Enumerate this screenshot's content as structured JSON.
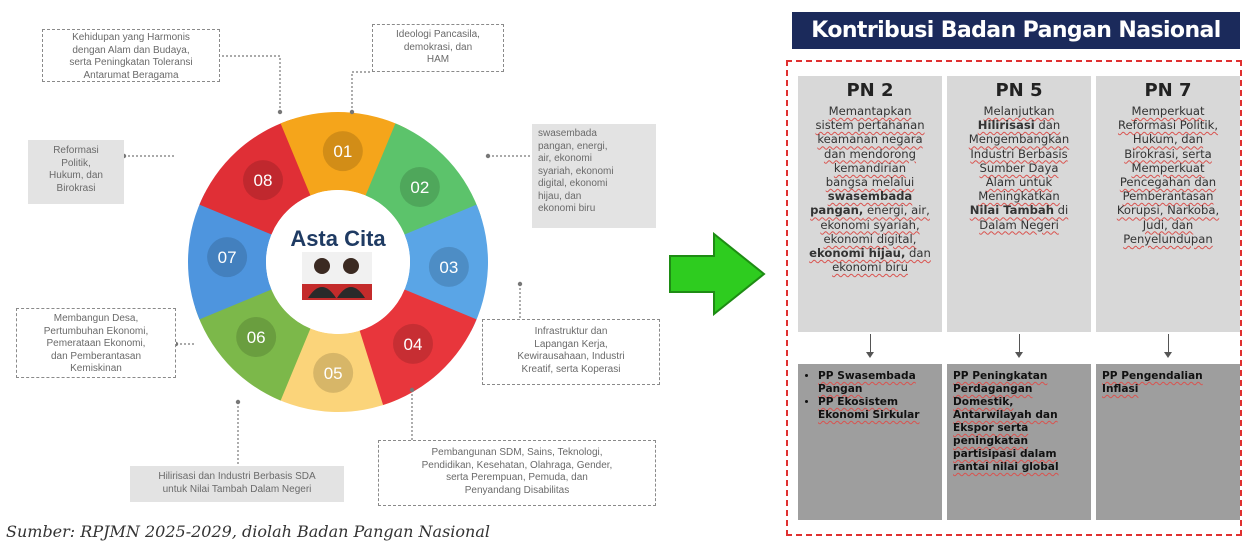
{
  "left_diagram": {
    "center_title": "Asta Cita",
    "segments": [
      {
        "label": "01",
        "color": "#f5a51b"
      },
      {
        "label": "02",
        "color": "#5cc36b"
      },
      {
        "label": "03",
        "color": "#5aa5e6"
      },
      {
        "label": "04",
        "color": "#e8363c"
      },
      {
        "label": "05",
        "color": "#fbd47a"
      },
      {
        "label": "06",
        "color": "#7cb84a"
      },
      {
        "label": "07",
        "color": "#4e95de"
      },
      {
        "label": "08",
        "color": "#e02f36"
      }
    ],
    "notes": {
      "n1": [
        "Ideologi Pancasila,",
        "demokrasi, dan",
        "HAM"
      ],
      "n2": [
        "swasembada",
        "pangan, energi,",
        "air, ekonomi",
        "syariah, ekonomi",
        "digital, ekonomi",
        "hijau, dan",
        "ekonomi biru"
      ],
      "n3": [
        "Infrastruktur dan",
        "Lapangan  Kerja,",
        "Kewirausahaan, Industri",
        "Kreatif, serta Koperasi"
      ],
      "n4": [
        "Pembangunan SDM, Sains, Teknologi,",
        "Pendidikan, Kesehatan, Olahraga, Gender,",
        "serta Perempuan, Pemuda, dan",
        "Penyandang Disabilitas"
      ],
      "n5": [
        "Hilirisasi dan Industri Berbasis SDA",
        "untuk Nilai Tambah Dalam Negeri"
      ],
      "n6": [
        "Membangun  Desa,",
        "Pertumbuhan Ekonomi,",
        "Pemerataan Ekonomi,",
        "dan Pemberantasan",
        "Kemiskinan"
      ],
      "n7": [
        "Reformasi",
        "Politik,",
        "Hukum, dan",
        "Birokrasi"
      ],
      "n8": [
        "Kehidupan yang Harmonis",
        "dengan Alam dan Budaya,",
        "serta Peningkatan Toleransi",
        "Antarumat Beragama"
      ]
    },
    "source": "Sumber: RPJMN 2025-2029, diolah Badan Pangan Nasional"
  },
  "arrow": {
    "color": "#2ecc1f"
  },
  "panel": {
    "title": "Kontribusi Badan Pangan Nasional",
    "columns": [
      {
        "heading": "PN 2",
        "lines": [
          {
            "t": "Memantapkan"
          },
          {
            "t": "sistem pertahanan"
          },
          {
            "t": "keamanan negara"
          },
          {
            "t": "dan mendorong"
          },
          {
            "t": "kemandirian"
          },
          {
            "t": "bangsa melalui"
          },
          {
            "t": "swasembada",
            "b": true
          },
          {
            "t": "pangan, energi, air,",
            "bp": "pangan,"
          },
          {
            "t": "ekonomi syariah,"
          },
          {
            "t": "ekonomi digital,"
          },
          {
            "t": "ekonomi hijau, dan",
            "bp": "ekonomi hijau,"
          },
          {
            "t": "ekonomi biru"
          }
        ],
        "pp_items": [
          "PP Swasembada Pangan",
          "PP Ekosistem Ekonomi Sirkular"
        ]
      },
      {
        "heading": "PN 5",
        "lines": [
          {
            "t": "Melanjutkan"
          },
          {
            "t": "Hilirisasi dan",
            "bp": "Hilirisasi"
          },
          {
            "t": "Mengembangkan"
          },
          {
            "t": "Industri Berbasis"
          },
          {
            "t": "Sumber Daya"
          },
          {
            "t": "Alam untuk"
          },
          {
            "t": "Meningkatkan"
          },
          {
            "t": "Nilai Tambah di",
            "bp": "Nilai Tambah"
          },
          {
            "t": "Dalam Negeri"
          }
        ],
        "pp_text": "PP Peningkatan Perdagangan Domestik, Antarwilayah dan Ekspor serta peningkatan partisipasi dalam rantai nilai global"
      },
      {
        "heading": "PN 7",
        "lines": [
          {
            "t": "Memperkuat"
          },
          {
            "t": "Reformasi Politik,"
          },
          {
            "t": "Hukum, dan"
          },
          {
            "t": "Birokrasi, serta"
          },
          {
            "t": "Memperkuat"
          },
          {
            "t": "Pencegahan dan"
          },
          {
            "t": "Pemberantasan"
          },
          {
            "t": "Korupsi, Narkoba,"
          },
          {
            "t": "Judi, dan"
          },
          {
            "t": "Penyelundupan"
          }
        ],
        "pp_text": "PP Pengendalian Inflasi"
      }
    ]
  }
}
